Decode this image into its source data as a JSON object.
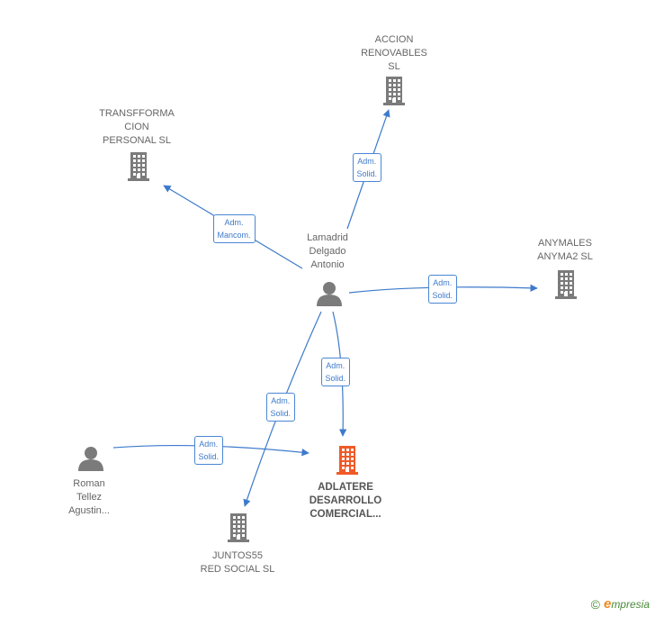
{
  "colors": {
    "edge": "#3d7acb",
    "node_gray": "#7b7b7b",
    "focus": "#f05a28"
  },
  "nodes": [
    {
      "id": "accion",
      "kind": "company",
      "label": "ACCION\nRENOVABLES\nSL"
    },
    {
      "id": "transfforma",
      "kind": "company",
      "label": "TRANSFFORMA\nCION\nPERSONAL SL"
    },
    {
      "id": "lamadrid",
      "kind": "person",
      "label": "Lamadrid\nDelgado\nAntonio"
    },
    {
      "id": "anymales",
      "kind": "company",
      "label": "ANYMALES\nANYMA2  SL"
    },
    {
      "id": "roman",
      "kind": "person",
      "label": "Roman\nTellez\nAgustin..."
    },
    {
      "id": "adlatere",
      "kind": "company-focus",
      "label": "ADLATERE\nDESARROLLO\nCOMERCIAL..."
    },
    {
      "id": "juntos",
      "kind": "company",
      "label": "JUNTOS55\nRED SOCIAL  SL"
    }
  ],
  "edges": [
    {
      "from": "lamadrid",
      "to": "accion",
      "label": "Adm.\nSolid."
    },
    {
      "from": "lamadrid",
      "to": "transfforma",
      "label": "Adm.\nMancom."
    },
    {
      "from": "lamadrid",
      "to": "anymales",
      "label": "Adm.\nSolid."
    },
    {
      "from": "lamadrid",
      "to": "adlatere",
      "label": "Adm.\nSolid."
    },
    {
      "from": "lamadrid",
      "to": "juntos",
      "label": "Adm.\nSolid."
    },
    {
      "from": "roman",
      "to": "adlatere",
      "label": "Adm.\nSolid."
    }
  ],
  "footer": {
    "copyright": "©",
    "brand_initial": "e",
    "brand_rest": "mpresia"
  }
}
